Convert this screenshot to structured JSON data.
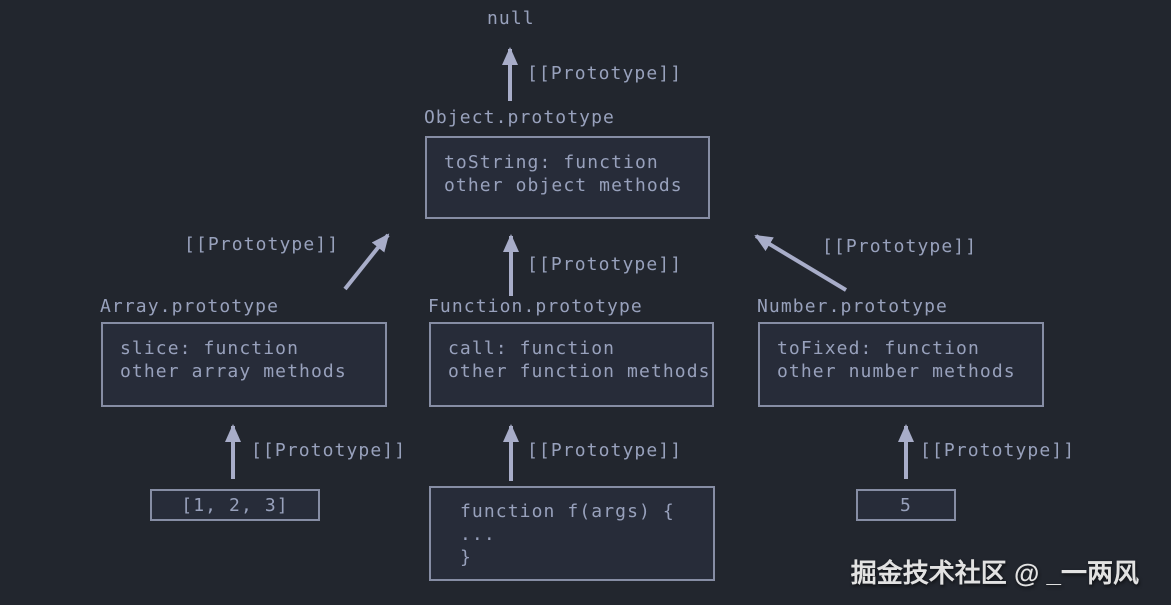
{
  "labels": {
    "null": "null",
    "prototype": "[[Prototype]]"
  },
  "nodes": {
    "object_prototype": {
      "title": "Object.prototype",
      "line1": "toString: function",
      "line2": "other object methods"
    },
    "array_prototype": {
      "title": "Array.prototype",
      "line1": "slice: function",
      "line2": "other array methods"
    },
    "function_prototype": {
      "title": "Function.prototype",
      "line1": "call: function",
      "line2": "other function methods"
    },
    "number_prototype": {
      "title": "Number.prototype",
      "line1": "toFixed: function",
      "line2": "other number methods"
    },
    "array_instance": {
      "value": "[1, 2, 3]"
    },
    "function_instance": {
      "line1": "function f(args) {",
      "line2": "...",
      "line3": "}"
    },
    "number_instance": {
      "value": "5"
    }
  },
  "watermark": "掘金技术社区 @ _一两风",
  "colors": {
    "background": "#22262e",
    "box_fill": "#272c39",
    "box_border": "#868da4",
    "text": "#98a1bc",
    "arrow": "#a8adc9",
    "watermark": "#e2e2e2"
  }
}
